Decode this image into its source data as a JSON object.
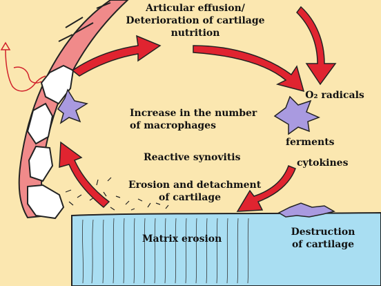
{
  "colors": {
    "background": "#fbe7b0",
    "cartilage": "#a9def2",
    "arrow": "#e02430",
    "macrophage": "#a99ae0",
    "bone_band": "#f08a8a"
  },
  "labels": {
    "effusion_line1": "Articular effusion/",
    "effusion_line2": "Deterioration of cartilage",
    "effusion_line3": "nutrition",
    "o2": "O₂ radicals",
    "macro_line1": "Increase in the number",
    "macro_line2": "of macrophages",
    "ferments": "ferments",
    "synovitis": "Reactive synovitis",
    "cytokines": "cytokines",
    "erosion_line1": "Erosion and detachment",
    "erosion_line2": "of cartilage",
    "matrix": "Matrix erosion",
    "destruction_line1": "Destruction",
    "destruction_line2": "of cartilage"
  },
  "icons": [
    "curved-arrow-icon",
    "macrophage-icon",
    "bone-fragment-icon"
  ]
}
